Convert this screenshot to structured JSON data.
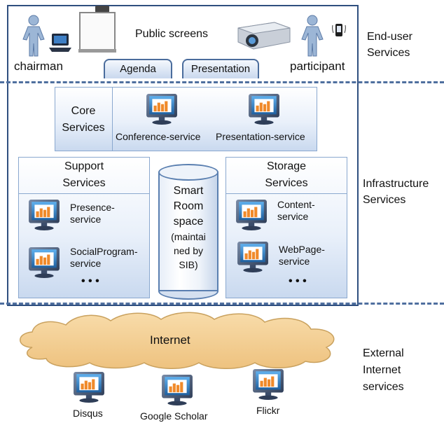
{
  "end_user": {
    "public_screens": "Public screens",
    "chairman": "chairman",
    "participant": "participant",
    "tab_agenda": "Agenda",
    "tab_presentation": "Presentation",
    "section_label_line1": "End-user",
    "section_label_line2": "Services"
  },
  "infrastructure": {
    "section_label_line1": "Infrastructure",
    "section_label_line2": "Services",
    "core": {
      "title_line1": "Core",
      "title_line2": "Services",
      "services": [
        "Conference-service",
        "Presentation-service"
      ]
    },
    "support": {
      "title_line1": "Support",
      "title_line2": "Services",
      "services": [
        {
          "line1": "Presence-",
          "line2": "service"
        },
        {
          "line1": "SocialProgram-",
          "line2": "service"
        }
      ],
      "ellipsis": "• • •"
    },
    "smart_room": {
      "lines": [
        "Smart",
        "Room",
        "space",
        "(maintai",
        "ned by",
        "SIB)"
      ]
    },
    "storage": {
      "title_line1": "Storage",
      "title_line2": "Services",
      "services": [
        {
          "line1": "Content-",
          "line2": "service"
        },
        {
          "line1": "WebPage-",
          "line2": "service"
        }
      ],
      "ellipsis": "• • •"
    }
  },
  "external": {
    "internet": "Internet",
    "section_label_line1": "External",
    "section_label_line2": "Internet",
    "section_label_line3": "services",
    "services": [
      "Disqus",
      "Google Scholar",
      "Flickr"
    ]
  },
  "colors": {
    "frame": "#2f4f7f",
    "dash": "#4f6f9f",
    "cloud": "#f2cf93",
    "monitor_frame": "#3b4d6b",
    "screen": "#2a6fb1",
    "bars": "#f08a2a"
  }
}
